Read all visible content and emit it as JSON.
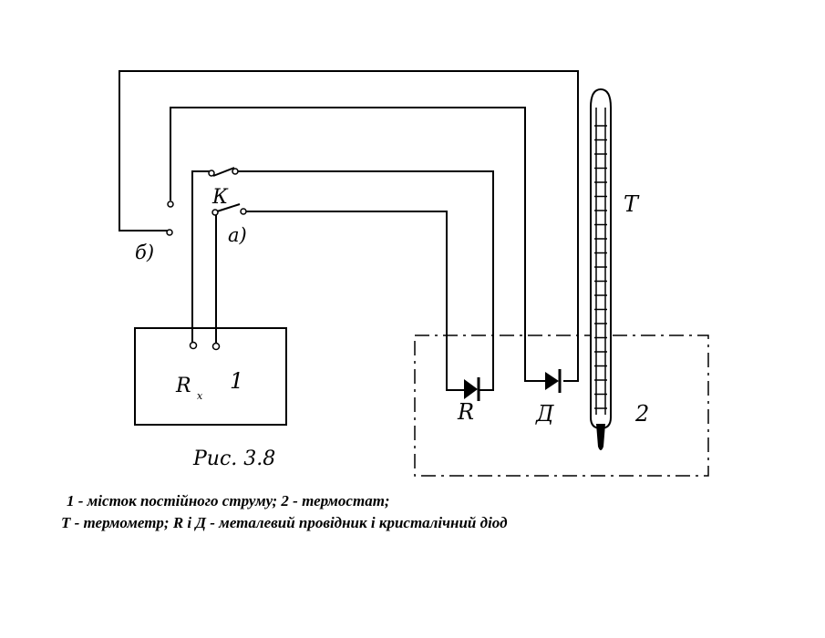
{
  "labels": {
    "switch": "К",
    "pos_a": "а)",
    "pos_b": "б)",
    "thermometer": "Т",
    "resistor": "R",
    "diode": "Д",
    "thermostat_num": "2",
    "bridge_num": "1",
    "rx_main": "R",
    "rx_sub": "x"
  },
  "caption": "Рис. 3.8",
  "legend": {
    "line1": "1 - місток постійного струму; 2 - термостат;",
    "line2": "Т - термометр; R і Д - металевий провідник і кристалічний діод"
  }
}
